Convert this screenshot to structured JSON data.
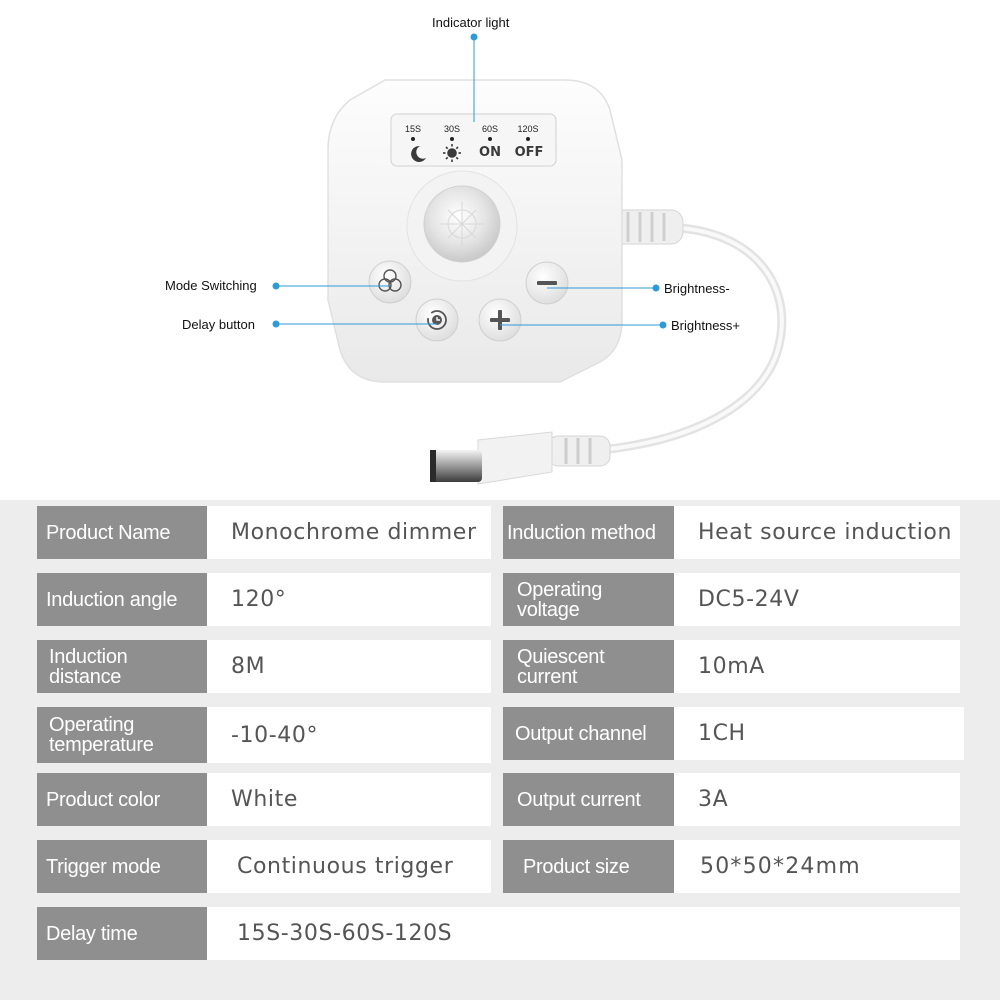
{
  "callouts": {
    "indicator_light": "Indicator light",
    "mode_switching": "Mode Switching",
    "delay_button": "Delay button",
    "brightness_minus": "Brightness-",
    "brightness_plus": "Brightness+"
  },
  "indicators": [
    {
      "label": "15S",
      "icon": "moon-icon"
    },
    {
      "label": "30S",
      "icon": "sun-icon"
    },
    {
      "label": "60S",
      "word": "ON"
    },
    {
      "label": "120S",
      "word": "OFF"
    }
  ],
  "device_buttons": [
    "mode-switch-icon",
    "delay-clock-icon",
    "minus-icon",
    "plus-icon"
  ],
  "specs": [
    {
      "key": "Product Name",
      "value": "Monochrome dimmer"
    },
    {
      "key": "Induction method",
      "value": "Heat source induction"
    },
    {
      "key": "Induction angle",
      "value": "120°"
    },
    {
      "key": "Operating voltage",
      "value": "DC5-24V"
    },
    {
      "key": "Induction distance",
      "value": "8M"
    },
    {
      "key": "Quiescent current",
      "value": "10mA"
    },
    {
      "key": "Operating temperature",
      "value": "-10-40°"
    },
    {
      "key": "Output channel",
      "value": "1CH"
    },
    {
      "key": "Product color",
      "value": "White"
    },
    {
      "key": "Output current",
      "value": "3A"
    },
    {
      "key": "Trigger mode",
      "value": "Continuous trigger"
    },
    {
      "key": "Product size",
      "value": "50*50*24mm"
    },
    {
      "key": "Delay time",
      "value": "15S-30S-60S-120S"
    }
  ],
  "colors": {
    "key_bg": "#8f8f8f",
    "table_bg": "#ededed",
    "callout_dot": "#2f9ad8"
  }
}
